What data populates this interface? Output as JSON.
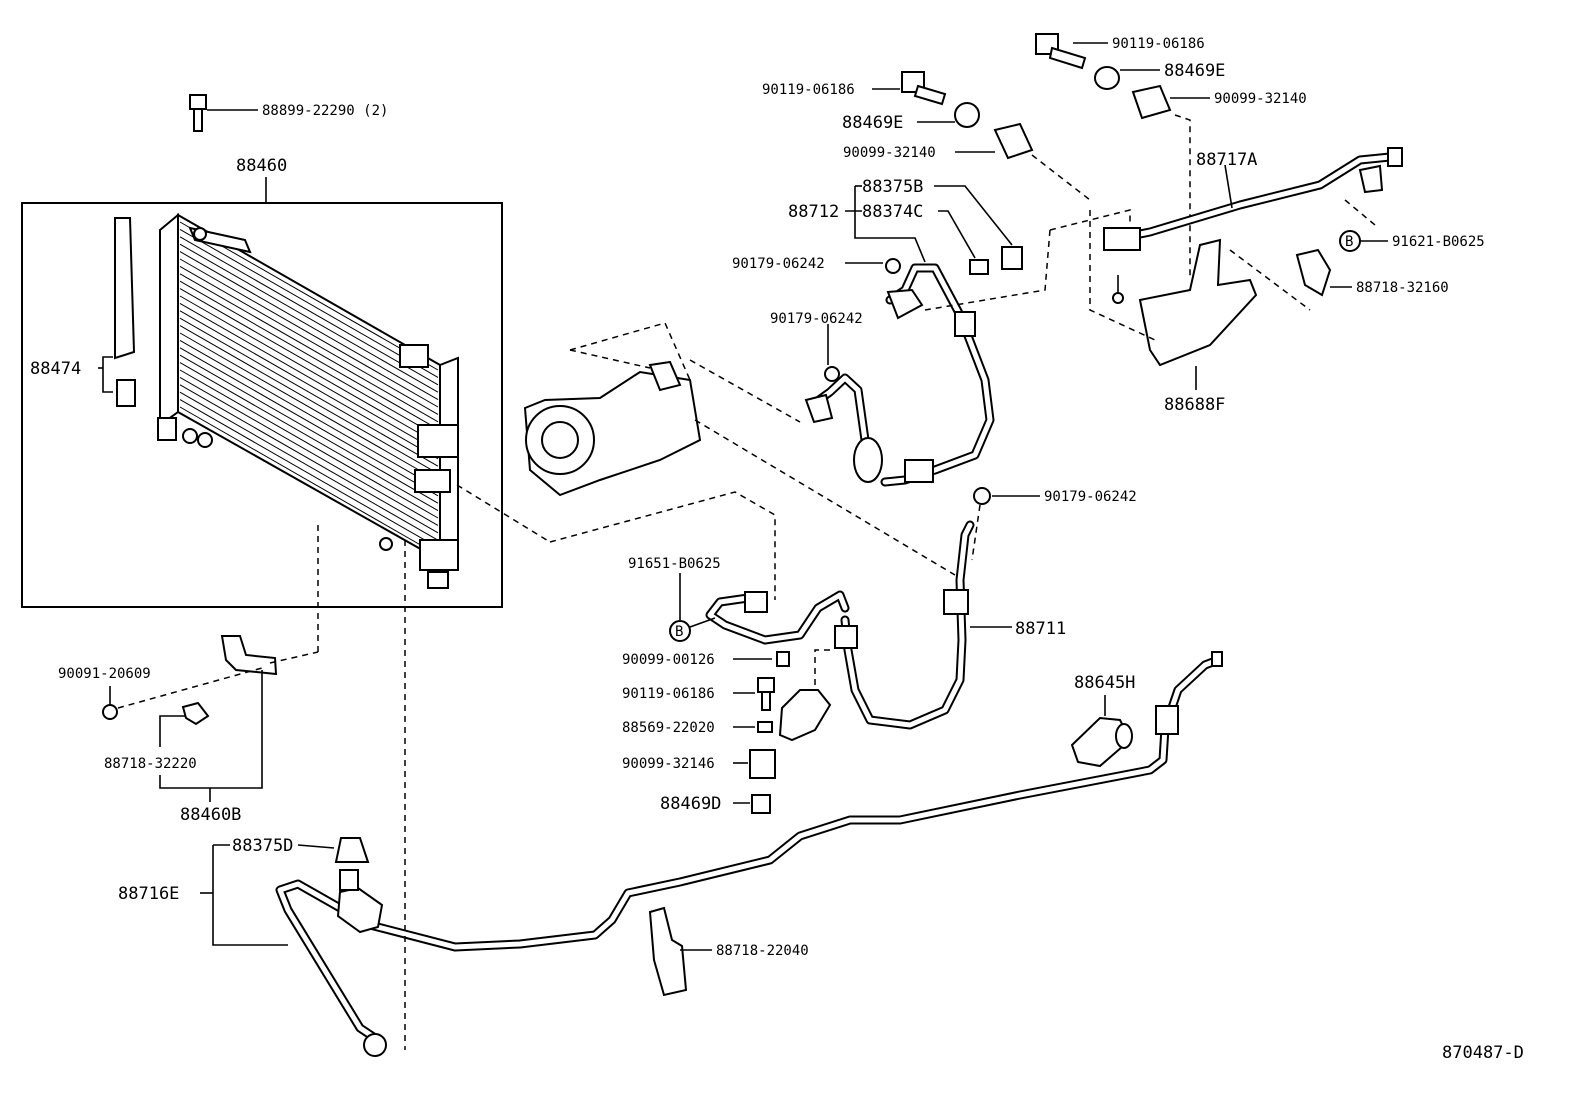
{
  "diagram": {
    "drawing_number": "870487-D",
    "callouts": {
      "p_88899_22290": "88899-22290 (2)",
      "p_88460": "88460",
      "p_88474": "88474",
      "p_90091_20609": "90091-20609",
      "p_88718_32220": "88718-32220",
      "p_88460B": "88460B",
      "p_88375D": "88375D",
      "p_88716E": "88716E",
      "p_90119_06186_top": "90119-06186",
      "p_88469E_top": "88469E",
      "p_90099_32140_top": "90099-32140",
      "p_90119_06186_mid": "90119-06186",
      "p_88469E_mid": "88469E",
      "p_90099_32140_mid": "90099-32140",
      "p_88717A": "88717A",
      "p_88375B": "88375B",
      "p_88712": "88712",
      "p_88374C": "88374C",
      "p_90179_06242_a": "90179-06242",
      "p_90179_06242_b": "90179-06242",
      "p_91621_B0625": "91621-B0625",
      "p_88718_32160": "88718-32160",
      "p_88688F": "88688F",
      "p_90179_06242_c": "90179-06242",
      "p_91651_B0625": "91651-B0625",
      "p_88711": "88711",
      "p_90099_00126": "90099-00126",
      "p_90119_06186_low": "90119-06186",
      "p_88569_22020": "88569-22020",
      "p_90099_32146": "90099-32146",
      "p_88469D": "88469D",
      "p_88645H": "88645H",
      "p_88718_22040": "88718-22040",
      "marker_b1": "B",
      "marker_b2": "B"
    }
  }
}
